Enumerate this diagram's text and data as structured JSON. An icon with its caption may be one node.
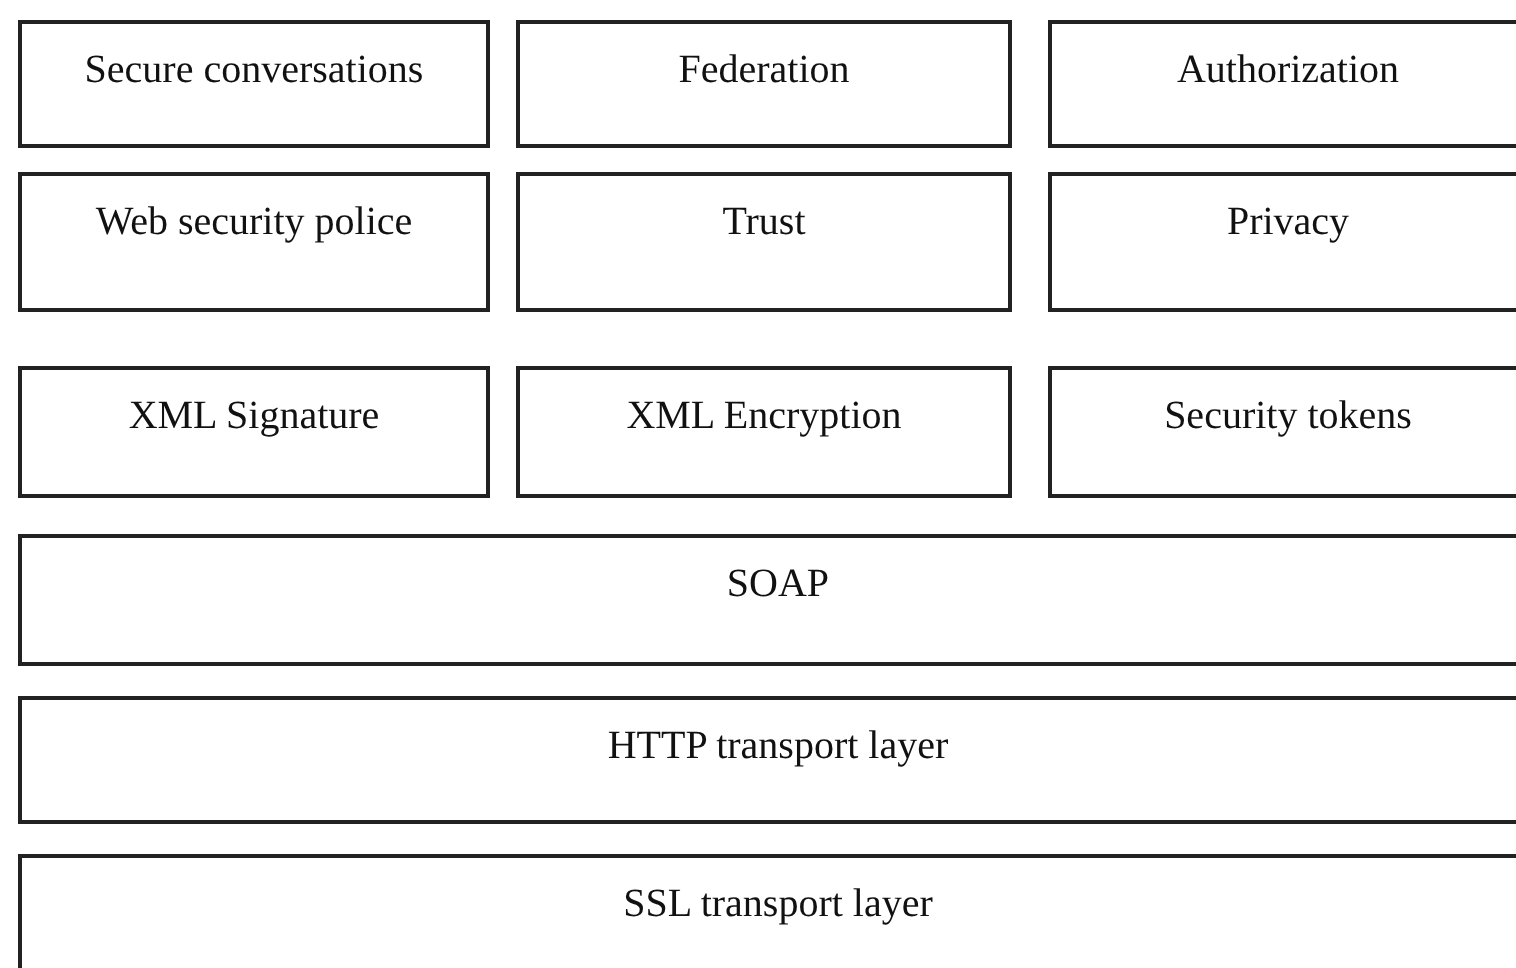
{
  "diagram": {
    "nodes": [
      {
        "text": [
          "Secure conversations"
        ]
      },
      {
        "text": [
          "Federation"
        ]
      },
      {
        "text": [
          "Authorization"
        ]
      },
      {
        "text": [
          "Web security police"
        ]
      },
      {
        "text": [
          "Trust"
        ]
      },
      {
        "text": [
          "Privacy"
        ]
      },
      {
        "text": [
          "XML Signature"
        ]
      },
      {
        "text": [
          "XML Encryption"
        ]
      },
      {
        "text": [
          "Security tokens"
        ]
      },
      {
        "text": [
          "SOAP"
        ]
      },
      {
        "text": [
          "HTTP transport layer"
        ]
      },
      {
        "text": [
          "SSL transport layer"
        ]
      }
    ]
  }
}
